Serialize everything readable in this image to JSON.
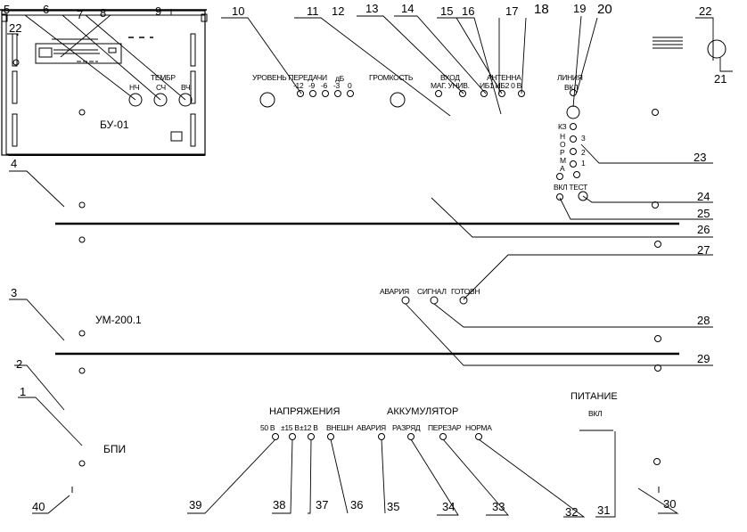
{
  "callouts": {
    "n1": "1",
    "n2": "2",
    "n3": "3",
    "n4": "4",
    "n5": "5",
    "n6": "6",
    "n7": "7",
    "n8": "8",
    "n9": "9",
    "n10": "10",
    "n11": "11",
    "n12": "12",
    "n13": "13",
    "n14": "14",
    "n15": "15",
    "n16": "16",
    "n17": "17",
    "n18": "18",
    "n19": "19",
    "n20": "20",
    "n21": "21",
    "n22a": "22",
    "n22b": "22",
    "n23": "23",
    "n24": "24",
    "n25": "25",
    "n26": "26",
    "n27": "27",
    "n28": "28",
    "n29": "29",
    "n30": "30",
    "n31": "31",
    "n32": "32",
    "n33": "33",
    "n34": "34",
    "n35": "35",
    "n36": "36",
    "n37": "37",
    "n38": "38",
    "n39": "39",
    "n40": "40"
  },
  "bu01": {
    "name": "БУ-01",
    "tembr": "ТЕМБР",
    "knobs": [
      "НЧ",
      "СЧ",
      "ВЧ"
    ]
  },
  "top_panel": {
    "level": "УРОВЕНЬ ПЕРЕДАЧИ",
    "db": "дБ",
    "db_marks": [
      "-12",
      "-9",
      "-6",
      "-3",
      "0"
    ],
    "volume": "ГРОМКОСТЬ",
    "vhod": "ВХОД",
    "vhod_sub": "МАГ. УНИВ.",
    "antenna": "АНТЕННА",
    "antenna_sub": "ИБ1 ИБ2 0 В",
    "line": "ЛИНИЯ",
    "line_sub": "ВКЛ",
    "kz_norma": [
      "КЗ",
      "Н",
      "О",
      "Р",
      "М",
      "А"
    ],
    "steps": [
      "3",
      "2",
      "1"
    ],
    "vkl_test": "ВКЛ ТЕСТ"
  },
  "um200": {
    "name": "УМ-200.1",
    "avaria": "АВАРИЯ",
    "signal": "СИГНАЛ",
    "gotov": "ГОТОВН"
  },
  "bpi": {
    "name": "БПИ",
    "voltages": "НАПРЯЖЕНИЯ",
    "battery": "АККУМУЛЯТОР",
    "power": "ПИТАНИЕ",
    "power_on": "ВКЛ",
    "v_labels": [
      "50 В",
      "±15 В",
      "±12 В",
      "ВНЕШН"
    ],
    "b_labels": [
      "АВАРИЯ",
      "РАЗРЯД",
      "ПЕРЕЗАР",
      "НОРМА"
    ]
  }
}
